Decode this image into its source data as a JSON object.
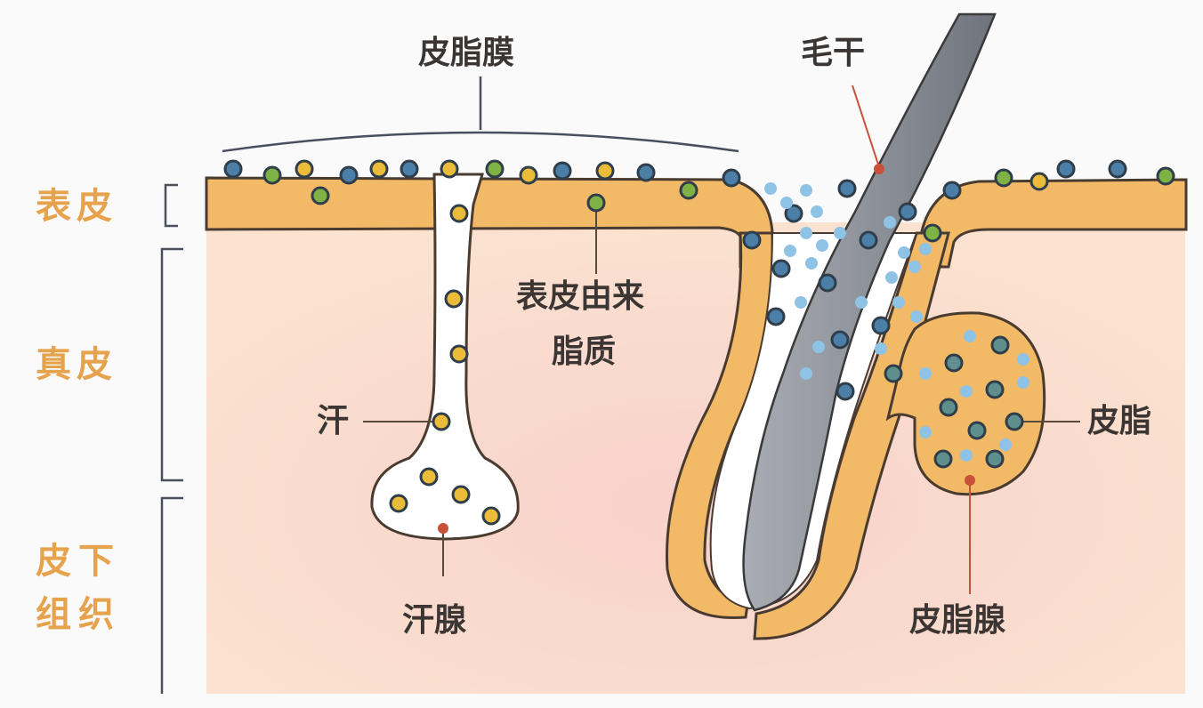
{
  "labels": {
    "sebum_film": "皮脂膜",
    "hair_shaft": "毛干",
    "epidermal_lipid_line1": "表皮由来",
    "epidermal_lipid_line2": "脂质",
    "sweat": "汗",
    "sweat_gland": "汗腺",
    "sebum": "皮脂",
    "sebaceous_gland": "皮脂腺"
  },
  "layers": {
    "epidermis": "表皮",
    "dermis": "真皮",
    "subcutaneous_line1": "皮下",
    "subcutaneous_line2": "组织"
  },
  "colors": {
    "epidermis": "#f2b967",
    "dermis": "#fbe3d0",
    "dermis_center": "#f8d1cb",
    "outline": "#4a3b30",
    "layer_label": "#e7a24d",
    "text": "#3b3633",
    "hair": "#8e9299",
    "particle_yellow": "#ebbc3a",
    "particle_green": "#7fb244",
    "particle_blue": "#4b7fa7",
    "particle_teal": "#5f8f8c",
    "particle_light_blue": "#8fc3e6",
    "marker_red": "#c9513a",
    "bracket": "#4a4f5f"
  }
}
